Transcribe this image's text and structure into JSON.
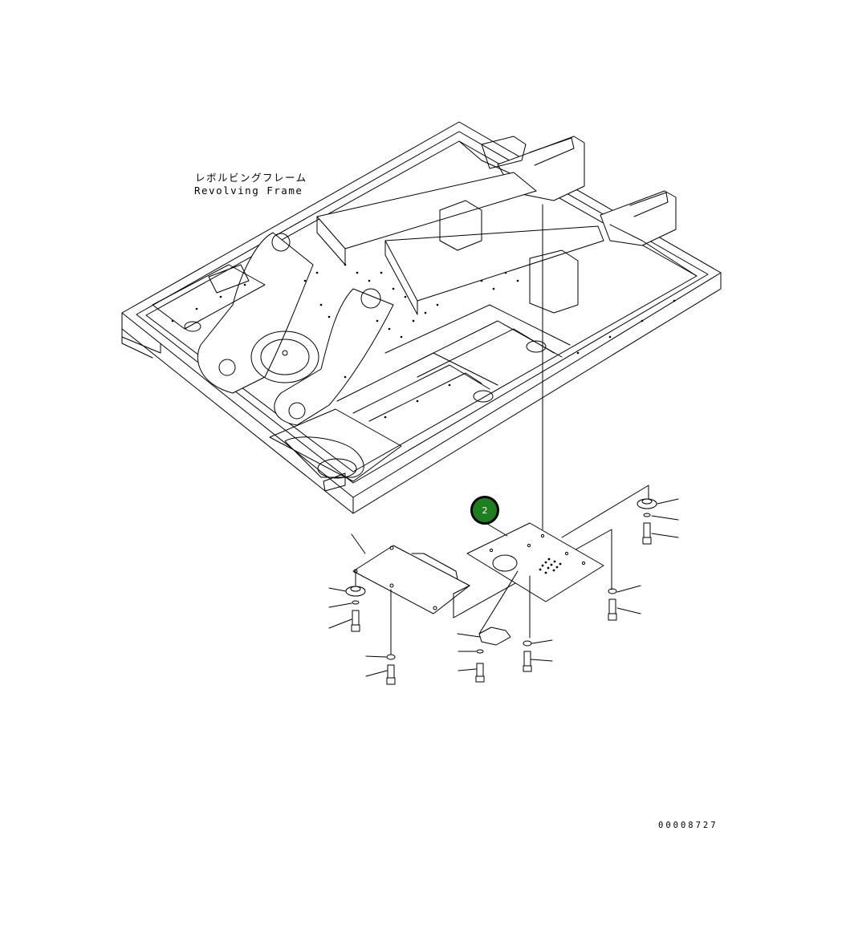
{
  "frame_label": {
    "japanese": "レボルビングフレーム",
    "english": "Revolving Frame"
  },
  "callout": {
    "number": "2",
    "color": "#1e7f1e"
  },
  "drawing_number": "00008727"
}
